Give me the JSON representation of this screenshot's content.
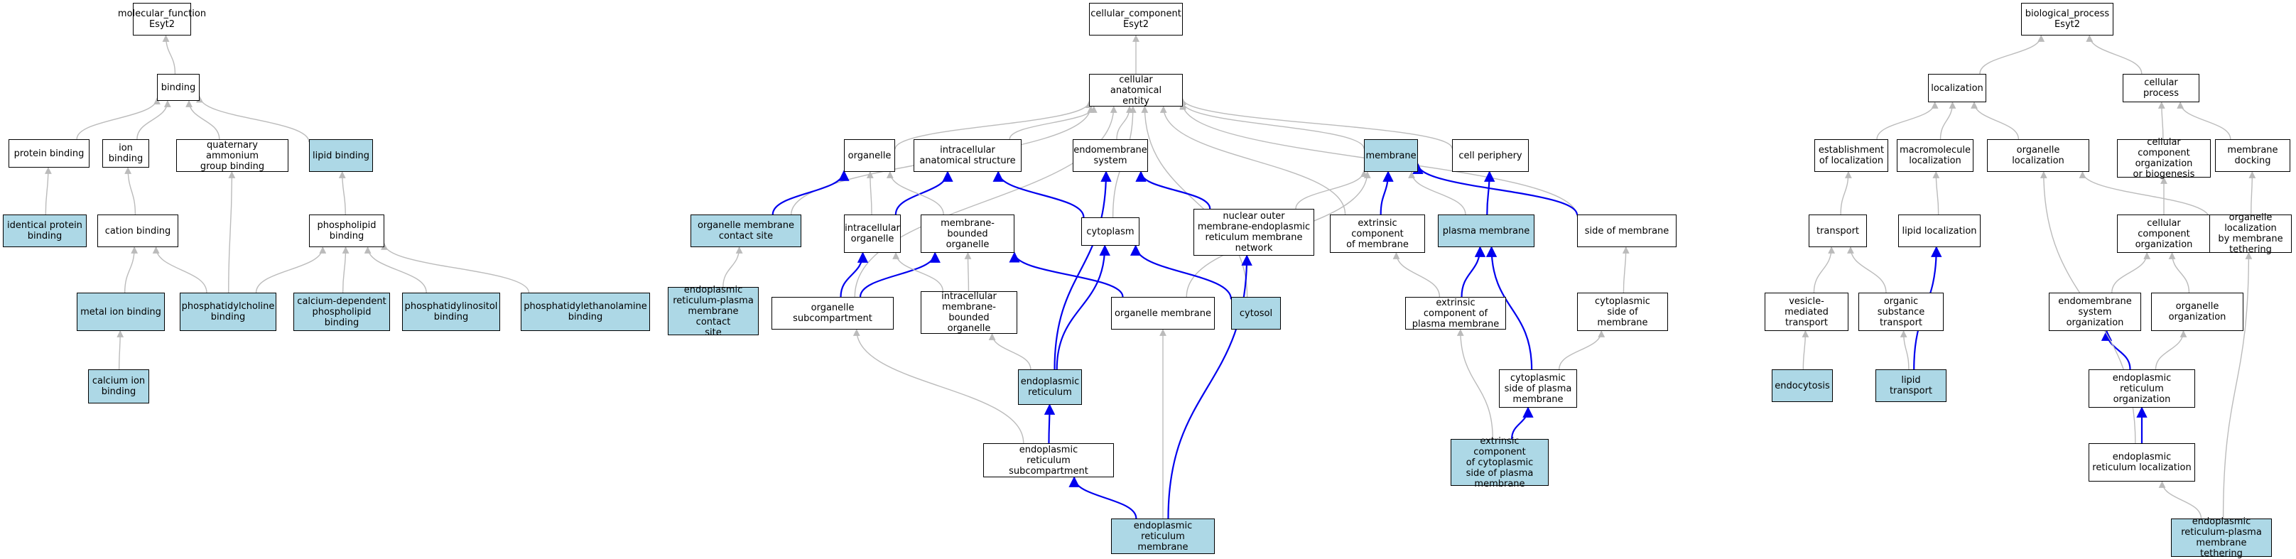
{
  "colors": {
    "highlight": "#add8e6",
    "normal": "#ffffff",
    "is_a_edge": "#bbbbbb",
    "part_of_edge": "#0000ee",
    "border": "#000000"
  },
  "nodes": [
    {
      "id": "mf",
      "label": "molecular_function\nEsyt2",
      "hl": false
    },
    {
      "id": "binding",
      "label": "binding",
      "hl": false
    },
    {
      "id": "protein_binding",
      "label": "protein binding",
      "hl": false
    },
    {
      "id": "ion_binding",
      "label": "ion binding",
      "hl": false
    },
    {
      "id": "qa_binding",
      "label": "quaternary ammonium\ngroup binding",
      "hl": false
    },
    {
      "id": "lipid_binding",
      "label": "lipid binding",
      "hl": true
    },
    {
      "id": "identical_protein",
      "label": "identical protein\nbinding",
      "hl": true
    },
    {
      "id": "cation_binding",
      "label": "cation binding",
      "hl": false
    },
    {
      "id": "phospholipid_binding",
      "label": "phospholipid\nbinding",
      "hl": false
    },
    {
      "id": "metal_ion",
      "label": "metal ion binding",
      "hl": true
    },
    {
      "id": "pc_binding",
      "label": "phosphatidylcholine\nbinding",
      "hl": true
    },
    {
      "id": "ca_pl_binding",
      "label": "calcium-dependent\nphospholipid\nbinding",
      "hl": true
    },
    {
      "id": "pi_binding",
      "label": "phosphatidylinositol\nbinding",
      "hl": true
    },
    {
      "id": "pe_binding",
      "label": "phosphatidylethanolamine\nbinding",
      "hl": true
    },
    {
      "id": "calcium_ion",
      "label": "calcium ion\nbinding",
      "hl": true
    },
    {
      "id": "cc",
      "label": "cellular_component\nEsyt2",
      "hl": false
    },
    {
      "id": "cae",
      "label": "cellular anatomical\nentity",
      "hl": false
    },
    {
      "id": "organelle",
      "label": "organelle",
      "hl": false
    },
    {
      "id": "ic_struct",
      "label": "intracellular\nanatomical structure",
      "hl": false
    },
    {
      "id": "endomembrane",
      "label": "endomembrane\nsystem",
      "hl": false
    },
    {
      "id": "membrane",
      "label": "membrane",
      "hl": true
    },
    {
      "id": "cell_periphery",
      "label": "cell periphery",
      "hl": false
    },
    {
      "id": "omcs",
      "label": "organelle membrane\ncontact site",
      "hl": true
    },
    {
      "id": "ic_organelle",
      "label": "intracellular\norganelle",
      "hl": false
    },
    {
      "id": "mb_organelle",
      "label": "membrane-bounded\norganelle",
      "hl": false
    },
    {
      "id": "cytoplasm",
      "label": "cytoplasm",
      "hl": false
    },
    {
      "id": "nuclear_outer",
      "label": "nuclear outer\nmembrane-endoplasmic\nreticulum membrane\nnetwork",
      "hl": false
    },
    {
      "id": "extrinsic_membrane",
      "label": "extrinsic component\nof membrane",
      "hl": false
    },
    {
      "id": "plasma_membrane",
      "label": "plasma membrane",
      "hl": true
    },
    {
      "id": "side_membrane",
      "label": "side of membrane",
      "hl": false
    },
    {
      "id": "er_pm_contact",
      "label": "endoplasmic\nreticulum-plasma\nmembrane contact\nsite",
      "hl": true
    },
    {
      "id": "org_subcomp",
      "label": "organelle subcompartment",
      "hl": false
    },
    {
      "id": "ic_mb_organelle",
      "label": "intracellular\nmembrane-bounded\norganelle",
      "hl": false
    },
    {
      "id": "org_membrane",
      "label": "organelle membrane",
      "hl": false
    },
    {
      "id": "cytosol",
      "label": "cytosol",
      "hl": true
    },
    {
      "id": "extrinsic_pm",
      "label": "extrinsic component of\nplasma membrane",
      "hl": false
    },
    {
      "id": "cyto_side_membrane",
      "label": "cytoplasmic\nside of membrane",
      "hl": false
    },
    {
      "id": "er",
      "label": "endoplasmic\nreticulum",
      "hl": true
    },
    {
      "id": "cyto_side_pm",
      "label": "cytoplasmic\nside of plasma\nmembrane",
      "hl": false
    },
    {
      "id": "er_subcomp",
      "label": "endoplasmic\nreticulum subcompartment",
      "hl": false
    },
    {
      "id": "extrinsic_cyto_pm",
      "label": "extrinsic component\nof cytoplasmic\nside of plasma\nmembrane",
      "hl": true
    },
    {
      "id": "er_membrane",
      "label": "endoplasmic\nreticulum membrane",
      "hl": true
    },
    {
      "id": "bp",
      "label": "biological_process\nEsyt2",
      "hl": false
    },
    {
      "id": "localization",
      "label": "localization",
      "hl": false
    },
    {
      "id": "cellular_process",
      "label": "cellular process",
      "hl": false
    },
    {
      "id": "est_localization",
      "label": "establishment\nof localization",
      "hl": false
    },
    {
      "id": "macro_localization",
      "label": "macromolecule\nlocalization",
      "hl": false
    },
    {
      "id": "org_localization",
      "label": "organelle localization",
      "hl": false
    },
    {
      "id": "ccob",
      "label": "cellular component\norganization\nor biogenesis",
      "hl": false
    },
    {
      "id": "membrane_docking",
      "label": "membrane docking",
      "hl": false
    },
    {
      "id": "transport",
      "label": "transport",
      "hl": false
    },
    {
      "id": "lipid_localization",
      "label": "lipid localization",
      "hl": false
    },
    {
      "id": "cc_org",
      "label": "cellular component\norganization",
      "hl": false
    },
    {
      "id": "org_loc_tether",
      "label": "organelle localization\nby membrane\ntethering",
      "hl": false
    },
    {
      "id": "vesicle_transport",
      "label": "vesicle-mediated\ntransport",
      "hl": false
    },
    {
      "id": "organic_transport",
      "label": "organic substance\ntransport",
      "hl": false
    },
    {
      "id": "endomem_org",
      "label": "endomembrane\nsystem organization",
      "hl": false
    },
    {
      "id": "organelle_org",
      "label": "organelle organization",
      "hl": false
    },
    {
      "id": "endocytosis",
      "label": "endocytosis",
      "hl": true
    },
    {
      "id": "lipid_transport",
      "label": "lipid transport",
      "hl": true
    },
    {
      "id": "er_org",
      "label": "endoplasmic\nreticulum organization",
      "hl": false
    },
    {
      "id": "er_localization",
      "label": "endoplasmic\nreticulum localization",
      "hl": false
    },
    {
      "id": "er_pm_tether",
      "label": "endoplasmic\nreticulum-plasma\nmembrane tethering",
      "hl": true
    }
  ],
  "edges": [
    {
      "from": "binding",
      "to": "mf",
      "type": "is_a"
    },
    {
      "from": "protein_binding",
      "to": "binding",
      "type": "is_a"
    },
    {
      "from": "ion_binding",
      "to": "binding",
      "type": "is_a"
    },
    {
      "from": "qa_binding",
      "to": "binding",
      "type": "is_a"
    },
    {
      "from": "lipid_binding",
      "to": "binding",
      "type": "is_a"
    },
    {
      "from": "identical_protein",
      "to": "protein_binding",
      "type": "is_a"
    },
    {
      "from": "cation_binding",
      "to": "ion_binding",
      "type": "is_a"
    },
    {
      "from": "phospholipid_binding",
      "to": "lipid_binding",
      "type": "is_a"
    },
    {
      "from": "metal_ion",
      "to": "cation_binding",
      "type": "is_a"
    },
    {
      "from": "pc_binding",
      "to": "cation_binding",
      "type": "is_a"
    },
    {
      "from": "pc_binding",
      "to": "qa_binding",
      "type": "is_a"
    },
    {
      "from": "pc_binding",
      "to": "phospholipid_binding",
      "type": "is_a"
    },
    {
      "from": "ca_pl_binding",
      "to": "phospholipid_binding",
      "type": "is_a"
    },
    {
      "from": "pi_binding",
      "to": "phospholipid_binding",
      "type": "is_a"
    },
    {
      "from": "pe_binding",
      "to": "phospholipid_binding",
      "type": "is_a"
    },
    {
      "from": "calcium_ion",
      "to": "metal_ion",
      "type": "is_a"
    },
    {
      "from": "cae",
      "to": "cc",
      "type": "is_a"
    },
    {
      "from": "organelle",
      "to": "cae",
      "type": "is_a"
    },
    {
      "from": "ic_struct",
      "to": "cae",
      "type": "is_a"
    },
    {
      "from": "endomembrane",
      "to": "cae",
      "type": "is_a"
    },
    {
      "from": "membrane",
      "to": "cae",
      "type": "is_a"
    },
    {
      "from": "cell_periphery",
      "to": "cae",
      "type": "is_a"
    },
    {
      "from": "omcs",
      "to": "cae",
      "type": "is_a"
    },
    {
      "from": "cytoplasm",
      "to": "cae",
      "type": "is_a"
    },
    {
      "from": "cytosol",
      "to": "cae",
      "type": "is_a"
    },
    {
      "from": "extrinsic_membrane",
      "to": "cae",
      "type": "is_a"
    },
    {
      "from": "side_membrane",
      "to": "cae",
      "type": "is_a"
    },
    {
      "from": "org_subcomp",
      "to": "cae",
      "type": "is_a"
    },
    {
      "from": "omcs",
      "to": "organelle",
      "type": "part_of"
    },
    {
      "from": "ic_organelle",
      "to": "organelle",
      "type": "is_a"
    },
    {
      "from": "ic_organelle",
      "to": "ic_struct",
      "type": "part_of"
    },
    {
      "from": "mb_organelle",
      "to": "organelle",
      "type": "is_a"
    },
    {
      "from": "cytoplasm",
      "to": "ic_struct",
      "type": "part_of"
    },
    {
      "from": "nuclear_outer",
      "to": "endomembrane",
      "type": "part_of"
    },
    {
      "from": "nuclear_outer",
      "to": "membrane",
      "type": "is_a"
    },
    {
      "from": "extrinsic_membrane",
      "to": "membrane",
      "type": "part_of"
    },
    {
      "from": "plasma_membrane",
      "to": "cell_periphery",
      "type": "part_of"
    },
    {
      "from": "plasma_membrane",
      "to": "membrane",
      "type": "is_a"
    },
    {
      "from": "side_membrane",
      "to": "membrane",
      "type": "part_of"
    },
    {
      "from": "er_pm_contact",
      "to": "omcs",
      "type": "is_a"
    },
    {
      "from": "org_subcomp",
      "to": "ic_organelle",
      "type": "part_of"
    },
    {
      "from": "org_subcomp",
      "to": "mb_organelle",
      "type": "part_of"
    },
    {
      "from": "org_membrane",
      "to": "membrane",
      "type": "is_a"
    },
    {
      "from": "ic_mb_organelle",
      "to": "ic_organelle",
      "type": "is_a"
    },
    {
      "from": "ic_mb_organelle",
      "to": "mb_organelle",
      "type": "is_a"
    },
    {
      "from": "org_membrane",
      "to": "mb_organelle",
      "type": "part_of"
    },
    {
      "from": "cytosol",
      "to": "cytoplasm",
      "type": "part_of"
    },
    {
      "from": "extrinsic_pm",
      "to": "extrinsic_membrane",
      "type": "is_a"
    },
    {
      "from": "extrinsic_pm",
      "to": "plasma_membrane",
      "type": "part_of"
    },
    {
      "from": "cyto_side_membrane",
      "to": "side_membrane",
      "type": "is_a"
    },
    {
      "from": "er",
      "to": "endomembrane",
      "type": "part_of"
    },
    {
      "from": "er",
      "to": "cytoplasm",
      "type": "part_of"
    },
    {
      "from": "er",
      "to": "ic_mb_organelle",
      "type": "is_a"
    },
    {
      "from": "cyto_side_pm",
      "to": "plasma_membrane",
      "type": "part_of"
    },
    {
      "from": "cyto_side_pm",
      "to": "cyto_side_membrane",
      "type": "is_a"
    },
    {
      "from": "er_subcomp",
      "to": "er",
      "type": "part_of"
    },
    {
      "from": "er_subcomp",
      "to": "org_subcomp",
      "type": "is_a"
    },
    {
      "from": "extrinsic_cyto_pm",
      "to": "cyto_side_pm",
      "type": "part_of"
    },
    {
      "from": "extrinsic_cyto_pm",
      "to": "extrinsic_pm",
      "type": "is_a"
    },
    {
      "from": "er_membrane",
      "to": "er_subcomp",
      "type": "part_of"
    },
    {
      "from": "er_membrane",
      "to": "org_membrane",
      "type": "is_a"
    },
    {
      "from": "er_membrane",
      "to": "nuclear_outer",
      "type": "part_of"
    },
    {
      "from": "localization",
      "to": "bp",
      "type": "is_a"
    },
    {
      "from": "cellular_process",
      "to": "bp",
      "type": "is_a"
    },
    {
      "from": "est_localization",
      "to": "localization",
      "type": "is_a"
    },
    {
      "from": "macro_localization",
      "to": "localization",
      "type": "is_a"
    },
    {
      "from": "org_localization",
      "to": "localization",
      "type": "is_a"
    },
    {
      "from": "ccob",
      "to": "cellular_process",
      "type": "is_a"
    },
    {
      "from": "membrane_docking",
      "to": "cellular_process",
      "type": "is_a"
    },
    {
      "from": "transport",
      "to": "est_localization",
      "type": "is_a"
    },
    {
      "from": "lipid_localization",
      "to": "macro_localization",
      "type": "is_a"
    },
    {
      "from": "cc_org",
      "to": "ccob",
      "type": "is_a"
    },
    {
      "from": "org_loc_tether",
      "to": "org_localization",
      "type": "is_a"
    },
    {
      "from": "org_loc_tether",
      "to": "membrane_docking",
      "type": "is_a"
    },
    {
      "from": "vesicle_transport",
      "to": "transport",
      "type": "is_a"
    },
    {
      "from": "organic_transport",
      "to": "transport",
      "type": "is_a"
    },
    {
      "from": "endomem_org",
      "to": "cc_org",
      "type": "is_a"
    },
    {
      "from": "organelle_org",
      "to": "cc_org",
      "type": "is_a"
    },
    {
      "from": "endocytosis",
      "to": "vesicle_transport",
      "type": "is_a"
    },
    {
      "from": "lipid_transport",
      "to": "organic_transport",
      "type": "is_a"
    },
    {
      "from": "lipid_transport",
      "to": "lipid_localization",
      "type": "part_of"
    },
    {
      "from": "er_org",
      "to": "endomem_org",
      "type": "part_of"
    },
    {
      "from": "er_org",
      "to": "organelle_org",
      "type": "is_a"
    },
    {
      "from": "er_localization",
      "to": "er_org",
      "type": "part_of"
    },
    {
      "from": "er_localization",
      "to": "org_localization",
      "type": "is_a"
    },
    {
      "from": "er_pm_tether",
      "to": "er_localization",
      "type": "is_a"
    },
    {
      "from": "er_pm_tether",
      "to": "org_loc_tether",
      "type": "is_a"
    }
  ]
}
